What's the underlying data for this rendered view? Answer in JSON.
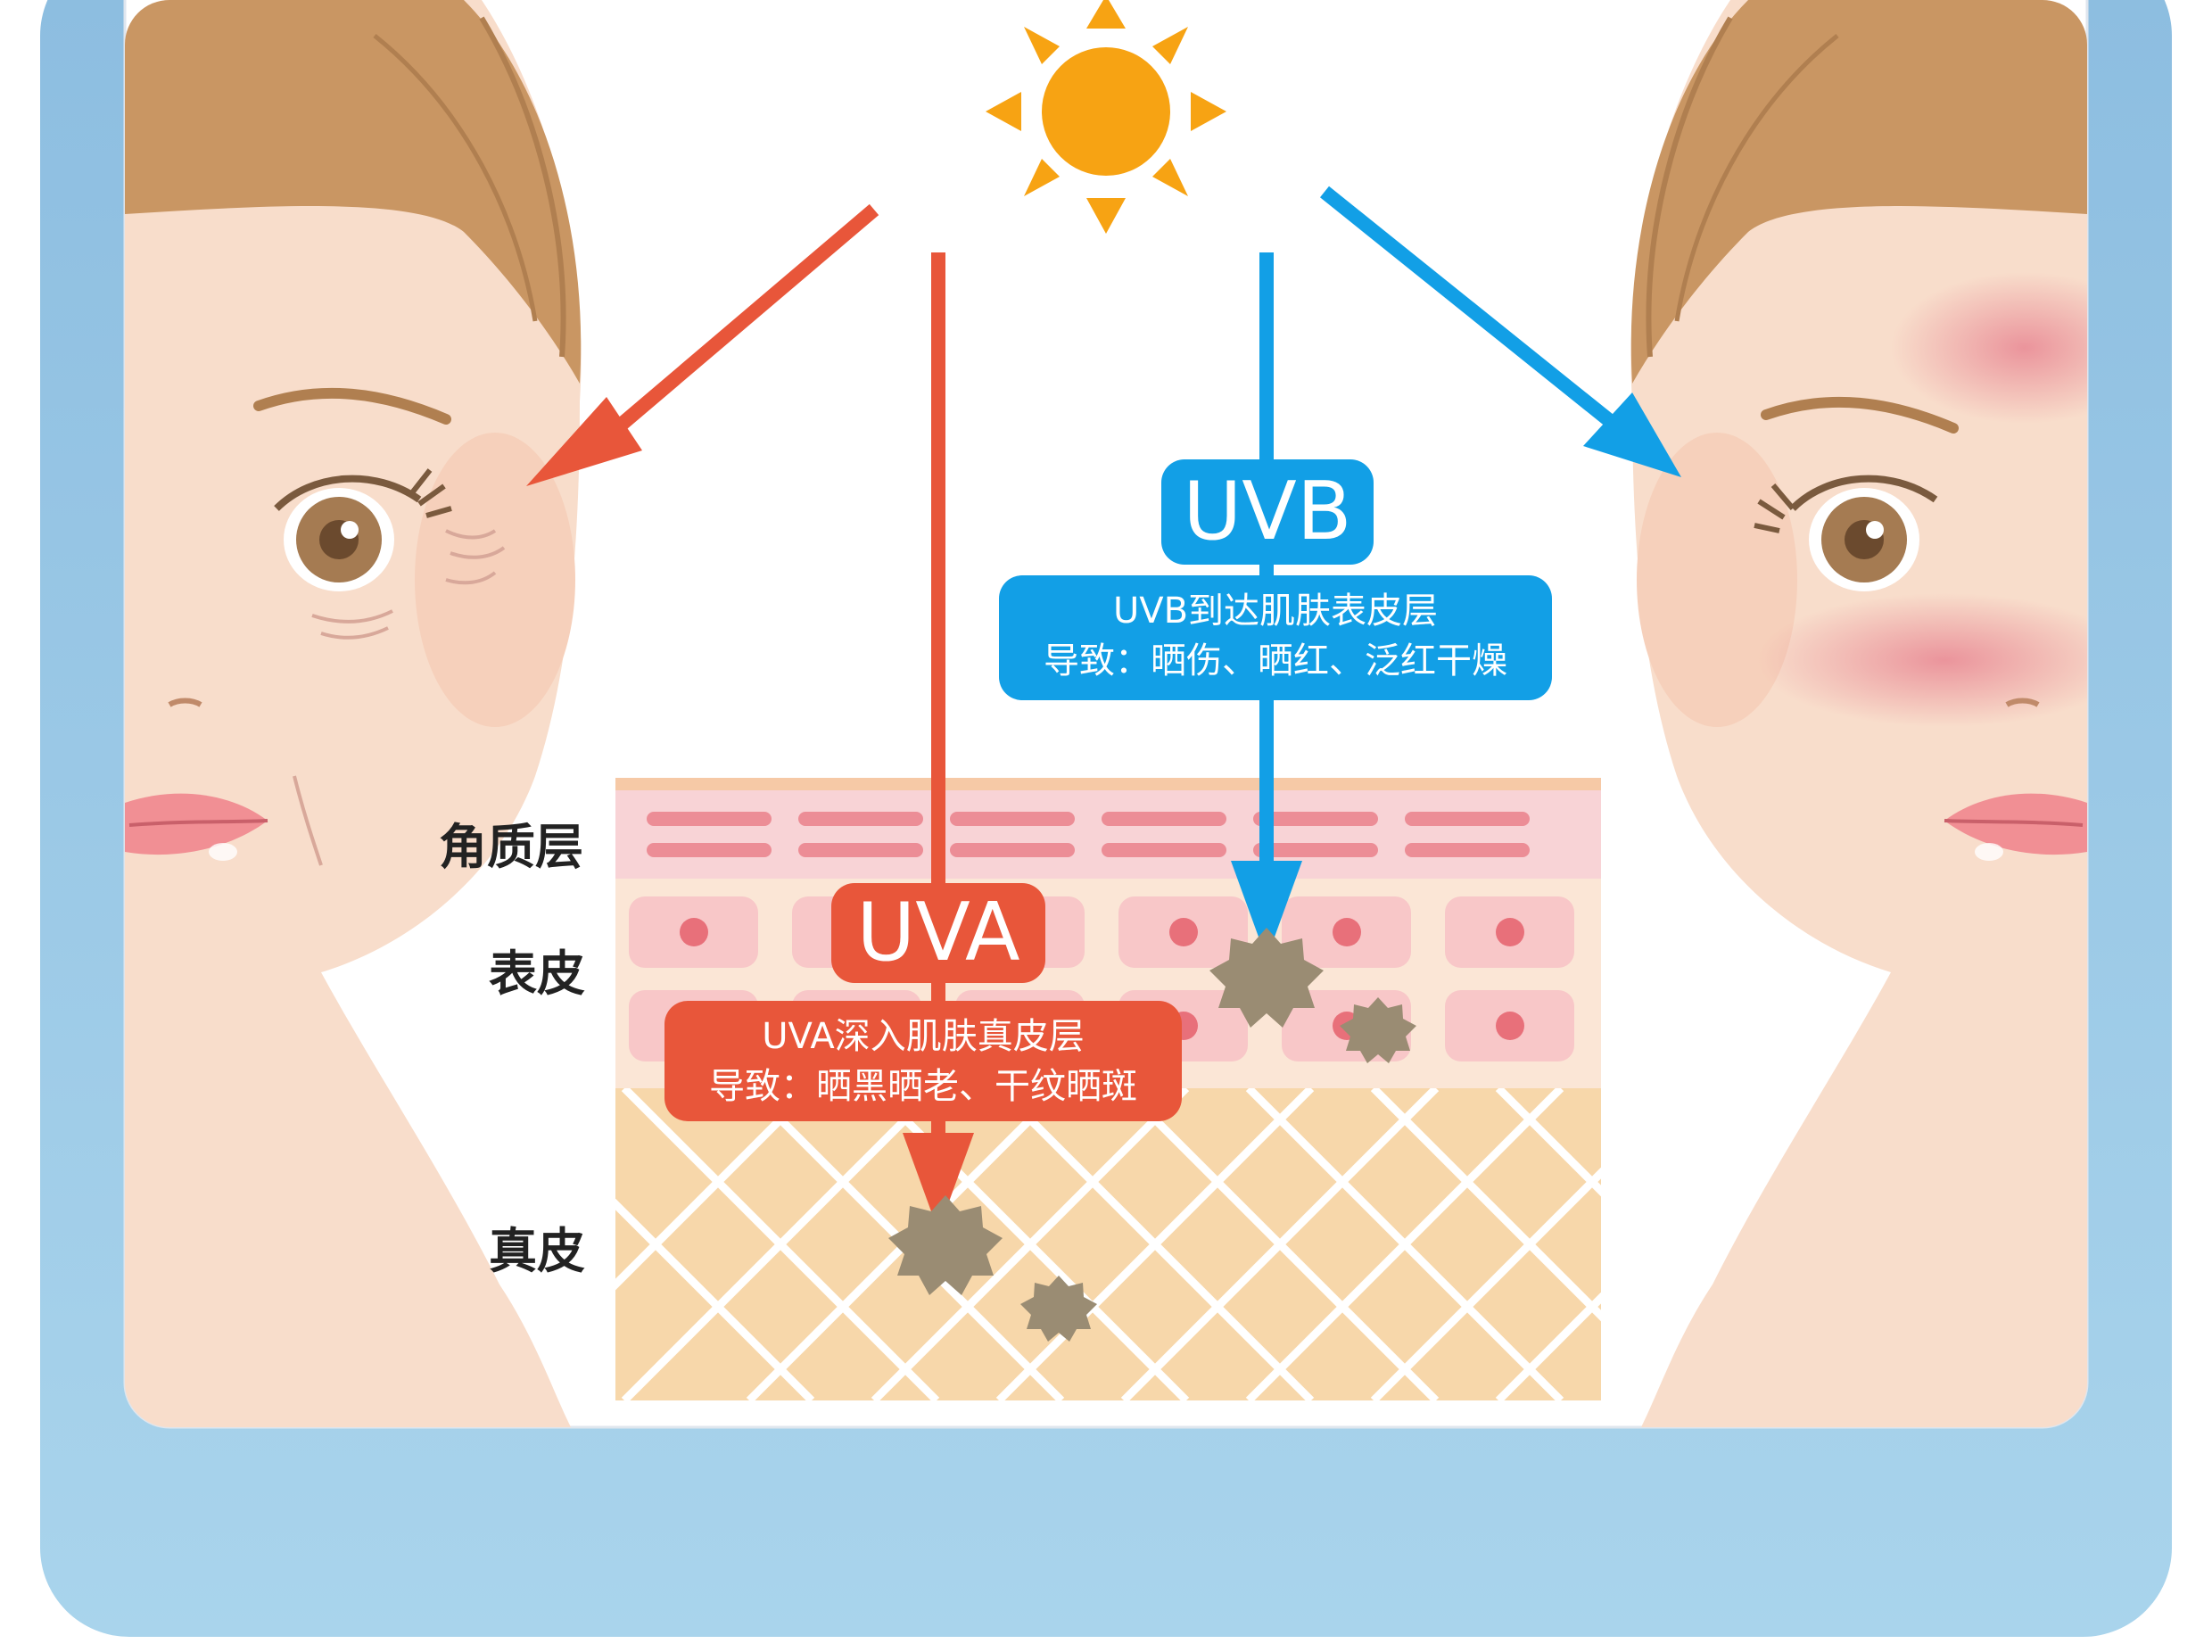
{
  "layers": {
    "stratum_corneum": "角质层",
    "epidermis": "表皮",
    "dermis": "真皮"
  },
  "uva": {
    "tag": "UVA",
    "line1": "UVA深入肌肤真皮层",
    "line2": "导致：晒黑晒老、干纹晒斑",
    "color": "#e8563a"
  },
  "uvb": {
    "tag": "UVB",
    "line1": "UVB到达肌肤表皮层",
    "line2": "导致：晒伤、晒红、泛红干燥",
    "color": "#129fe6"
  },
  "colors": {
    "frame": "#8fbfe2",
    "sun": "#f7a313",
    "skin": "#f8ddcb",
    "hair": "#c99663"
  },
  "icons": [
    "sun-icon",
    "aged-face-illustration",
    "sunburned-face-illustration",
    "skin-layer-cross-section"
  ]
}
